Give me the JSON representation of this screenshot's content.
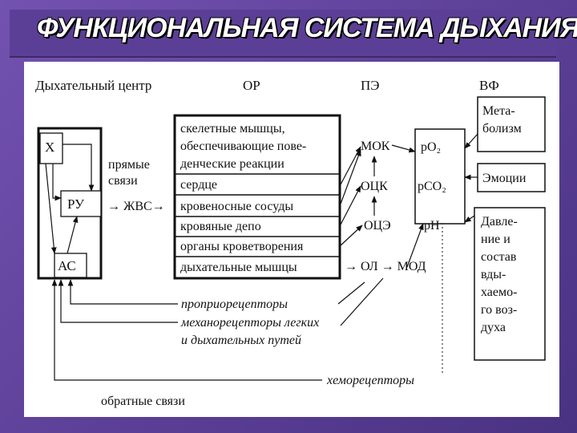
{
  "title": "ФУНКЦИОНАЛЬНАЯ СИСТЕМА ДЫХАНИЯ",
  "headers": {
    "center": "Дыхательный центр",
    "or": "ОР",
    "pe": "ПЭ",
    "vf": "ВФ"
  },
  "center_box": {
    "x": "Х",
    "ru": "РУ",
    "as": "АС"
  },
  "direct_links": [
    "прямые",
    "связи"
  ],
  "zhvs": "→ ЖВС→",
  "or_items": [
    "скелетные мышцы,",
    "обеспечивающие пове-",
    "денческие реакции",
    "сердце",
    "кровеносные сосуды",
    "кровяные депо",
    "органы кроветворения",
    "дыхательные мышцы"
  ],
  "pe_items": {
    "mok": "МОК",
    "ock": "ОЦК",
    "oce": "ОЦЭ",
    "ol_mod": "→ ОЛ → МОД"
  },
  "blood": {
    "po2": "pO₂",
    "pco2": "pCO₂",
    "ph": "pH"
  },
  "vf_items": {
    "metabolism": [
      "Мета-",
      "болизм"
    ],
    "emotions": "Эмоции",
    "pressure": [
      "Давле-",
      "ние и",
      "состав",
      "вды-",
      "хаемо-",
      "го воз-",
      "духа"
    ]
  },
  "receptors": {
    "proprio": "проприорецепторы",
    "mechano": "механорецепторы легких",
    "airways": "и дыхательных путей",
    "chemo": "хеморецепторы"
  },
  "feedback": "обратные связи"
}
